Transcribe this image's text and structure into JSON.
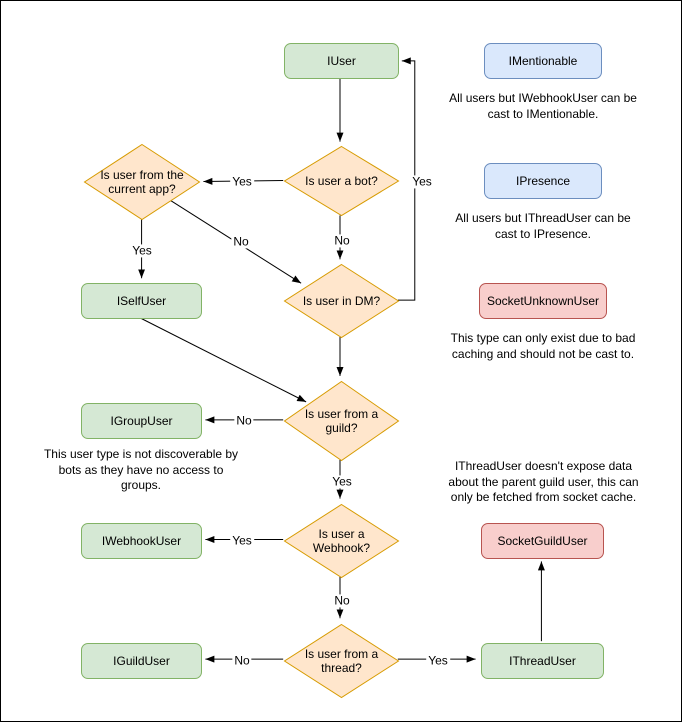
{
  "colors": {
    "green_fill": "#d5e8d4",
    "green_stroke": "#82b366",
    "orange_fill": "#ffe6cc",
    "orange_stroke": "#d79b00",
    "blue_fill": "#dae8fc",
    "blue_stroke": "#6c8ebf",
    "red_fill": "#f8cecc",
    "red_stroke": "#b85450",
    "line": "#000000",
    "background": "#ffffff"
  },
  "nodes": {
    "iuser": "IUser",
    "imentionable": "IMentionable",
    "ipresence": "IPresence",
    "socket_unknown_user": "SocketUnknownUser",
    "iself_user": "ISelfUser",
    "igroup_user": "IGroupUser",
    "iwebhook_user": "IWebhookUser",
    "socket_guild_user": "SocketGuildUser",
    "iguild_user": "IGuildUser",
    "ithread_user": "IThreadUser"
  },
  "decisions": {
    "is_bot": "Is user a bot?",
    "is_current_app": "Is user from the current app?",
    "is_dm": "Is user in DM?",
    "is_guild": "Is user from a guild?",
    "is_webhook": "Is user a Webhook?",
    "is_thread": "Is user from a thread?"
  },
  "notes": {
    "imentionable_note": "All users but IWebhookUser can be cast to IMentionable.",
    "ipresence_note": "All users but IThreadUser can be cast to IPresence.",
    "socket_unknown_note": "This type can only exist due to bad caching and should not be cast to.",
    "igroup_note": "This user type is not discoverable by bots as they have no access to groups.",
    "ithread_note": "IThreadUser doesn't expose data about the parent guild user, this can only be fetched from socket cache."
  },
  "edge_labels": {
    "bot_yes": "Yes",
    "bot_no": "No",
    "app_yes": "Yes",
    "app_no": "No",
    "dm_yes": "Yes",
    "guild_no": "No",
    "guild_yes": "Yes",
    "webhook_yes": "Yes",
    "webhook_no": "No",
    "thread_no": "No",
    "thread_yes": "Yes"
  }
}
